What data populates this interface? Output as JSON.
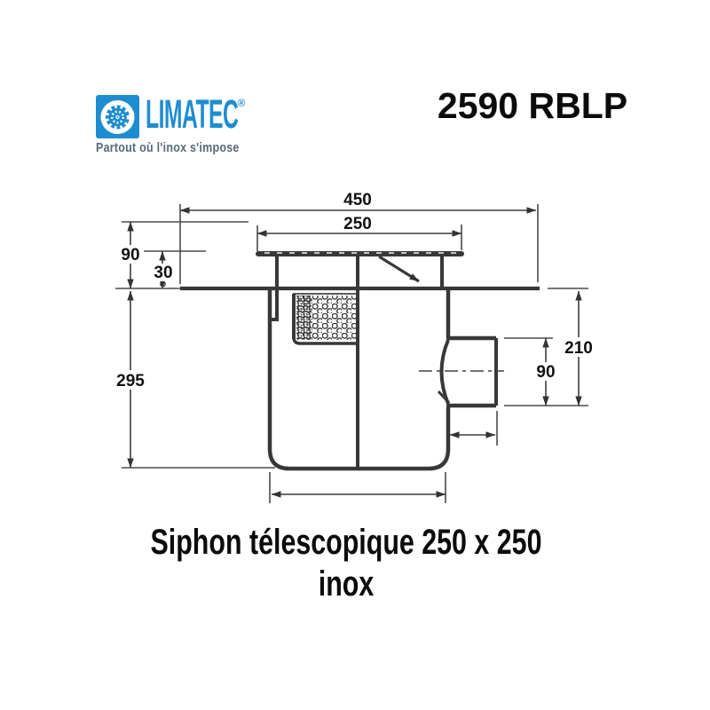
{
  "brand": {
    "name": "LIMATEC",
    "registered": "®",
    "tagline": "Partout où l'inox s'impose",
    "icon": "sunburst-rosette-icon"
  },
  "header": {
    "product_code": "2590 RBLP"
  },
  "drawing": {
    "dims": {
      "overall_width": "450",
      "grate_width": "250",
      "upper_height": "90",
      "collar_height": "30",
      "body_height": "295",
      "outlet_drop": "210",
      "outlet_size": "90"
    }
  },
  "caption": {
    "line1": "Siphon télescopique 250 x 250",
    "line2": "inox"
  },
  "colors": {
    "logo_blue": "#1e8dd0",
    "tagline_gray": "#566a78",
    "line_dark": "#383838",
    "text_black": "#111111"
  }
}
